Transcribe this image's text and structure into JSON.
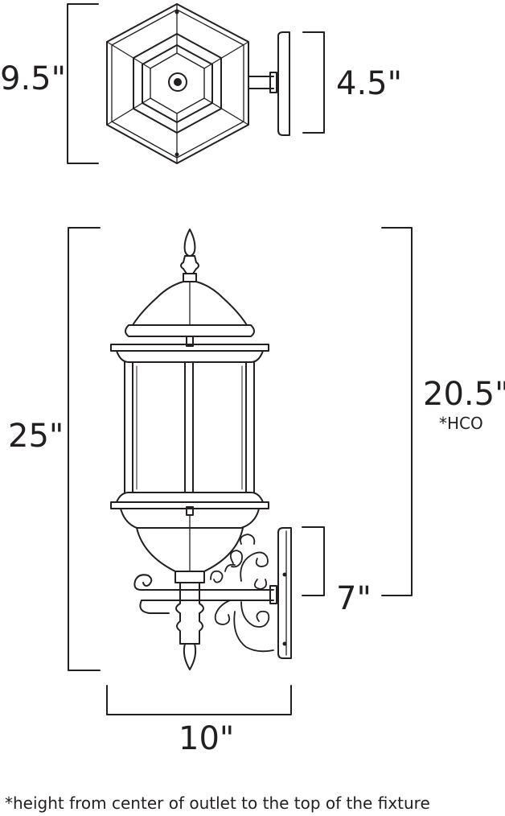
{
  "top_view": {
    "depth_label": "9.5\"",
    "mount_label": "4.5\""
  },
  "side_view": {
    "height_label": "25\"",
    "hco_label": "20.5\"",
    "hco_note": "*HCO",
    "backplate_label": "7\"",
    "width_label": "10\""
  },
  "footnote": "*height from center of outlet to the top of the fixture",
  "colors": {
    "line": "#231f20",
    "background": "#ffffff"
  }
}
